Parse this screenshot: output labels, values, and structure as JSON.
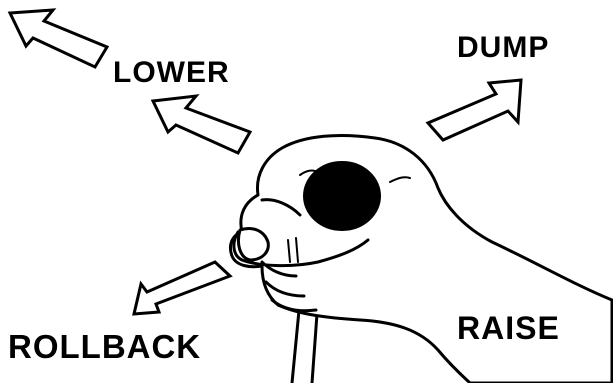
{
  "labels": {
    "lower": "LOWER",
    "dump": "DUMP",
    "rollback": "ROLLBACK",
    "raise": "RAISE"
  },
  "colors": {
    "ink": "#000000",
    "paper": "#ffffff"
  },
  "icons": {
    "lever": "joystick-lever-icon",
    "hand": "hand-icon"
  }
}
